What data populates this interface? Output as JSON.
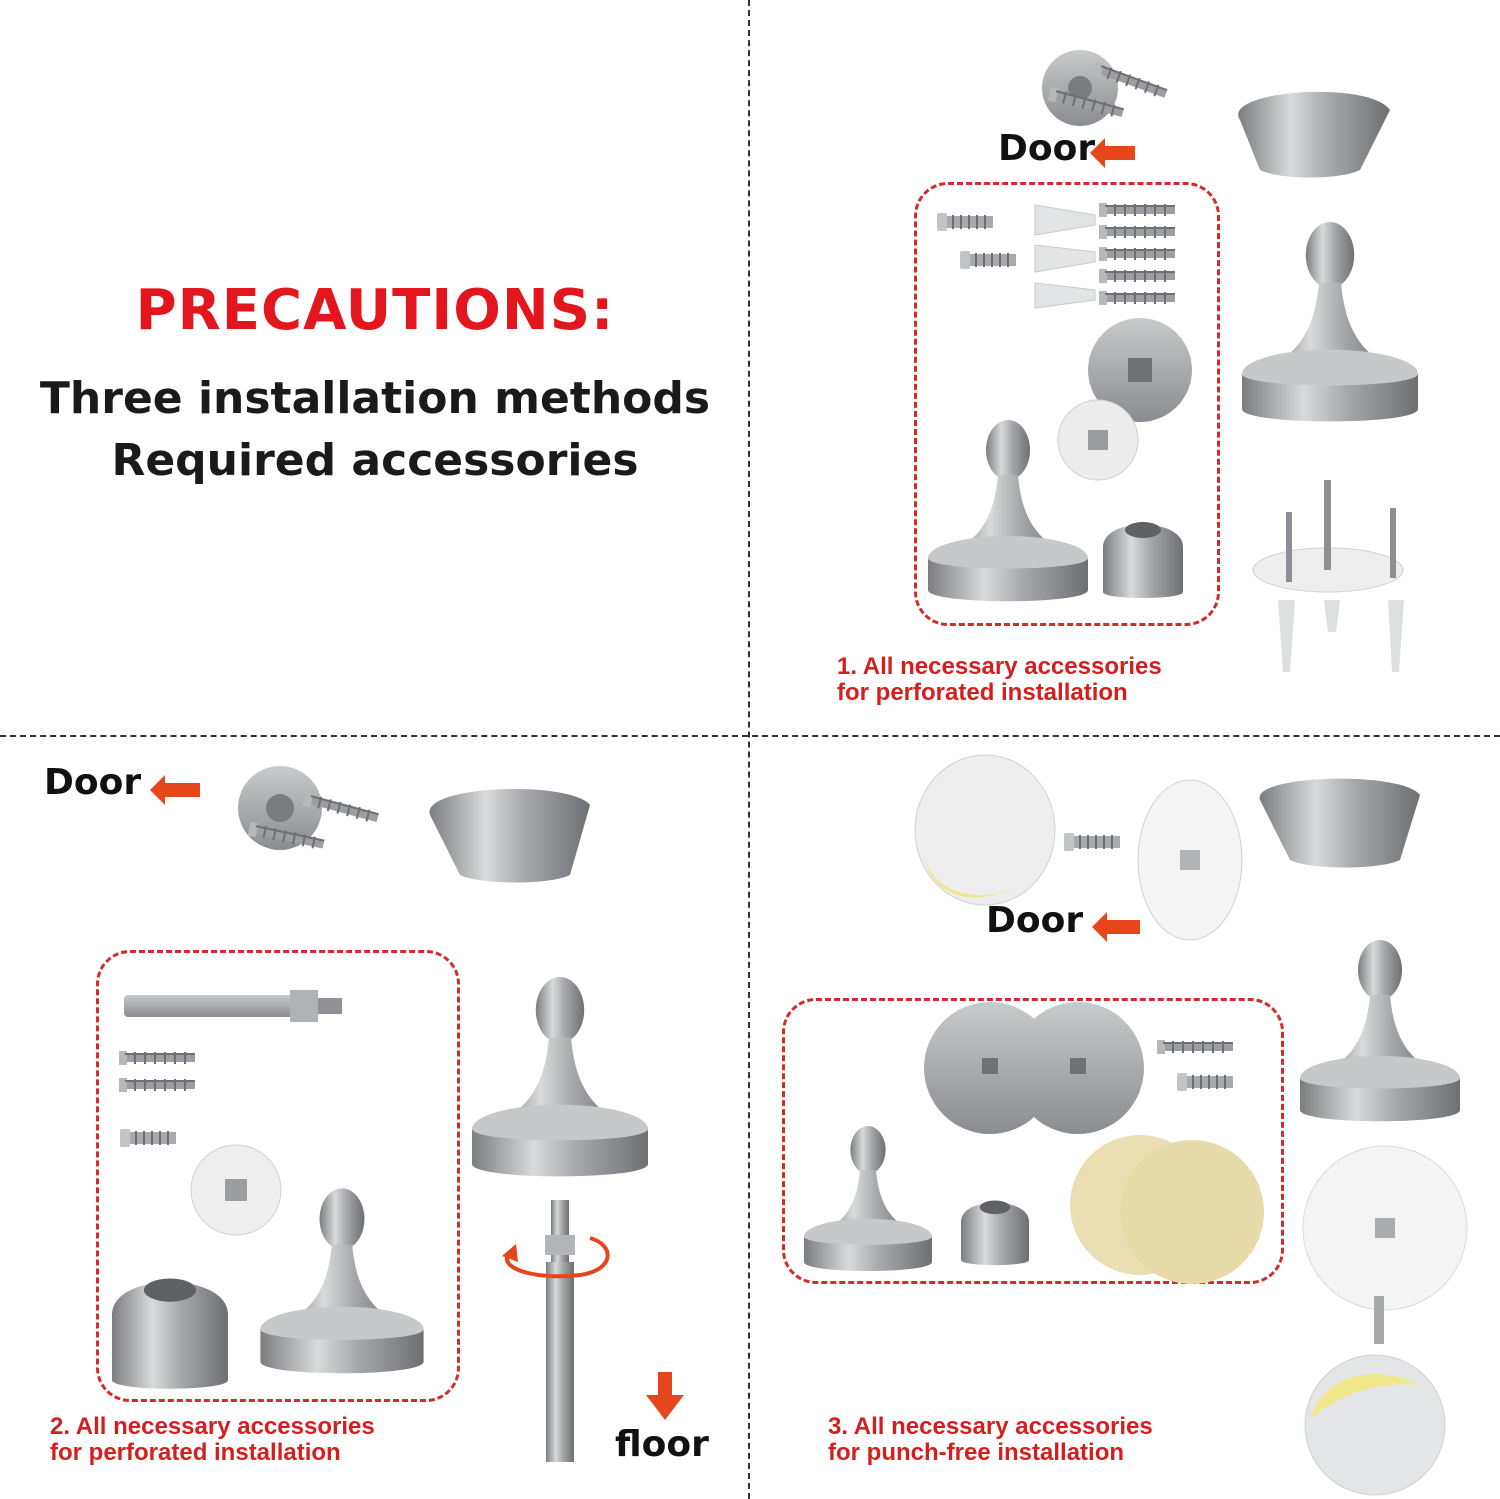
{
  "header": {
    "title": "PRECAUTIONS:",
    "subtitle_line1": "Three installation methods",
    "subtitle_line2": "Required accessories"
  },
  "panels": [
    {
      "caption_line1": "1. All necessary accessories",
      "caption_line2": "for perforated installation",
      "door_label": "Door"
    },
    {
      "caption_line1": "2. All necessary accessories",
      "caption_line2": "for perforated installation",
      "door_label": "Door",
      "floor_label": "floor"
    },
    {
      "caption_line1": "3. All necessary accessories",
      "caption_line2": "for punch-free installation",
      "door_label": "Door"
    }
  ],
  "colors": {
    "accent_red": "#e3161d",
    "arrow_orange": "#e5461c",
    "metal": "#a9abad",
    "adhesive": "#e9dfb2"
  }
}
